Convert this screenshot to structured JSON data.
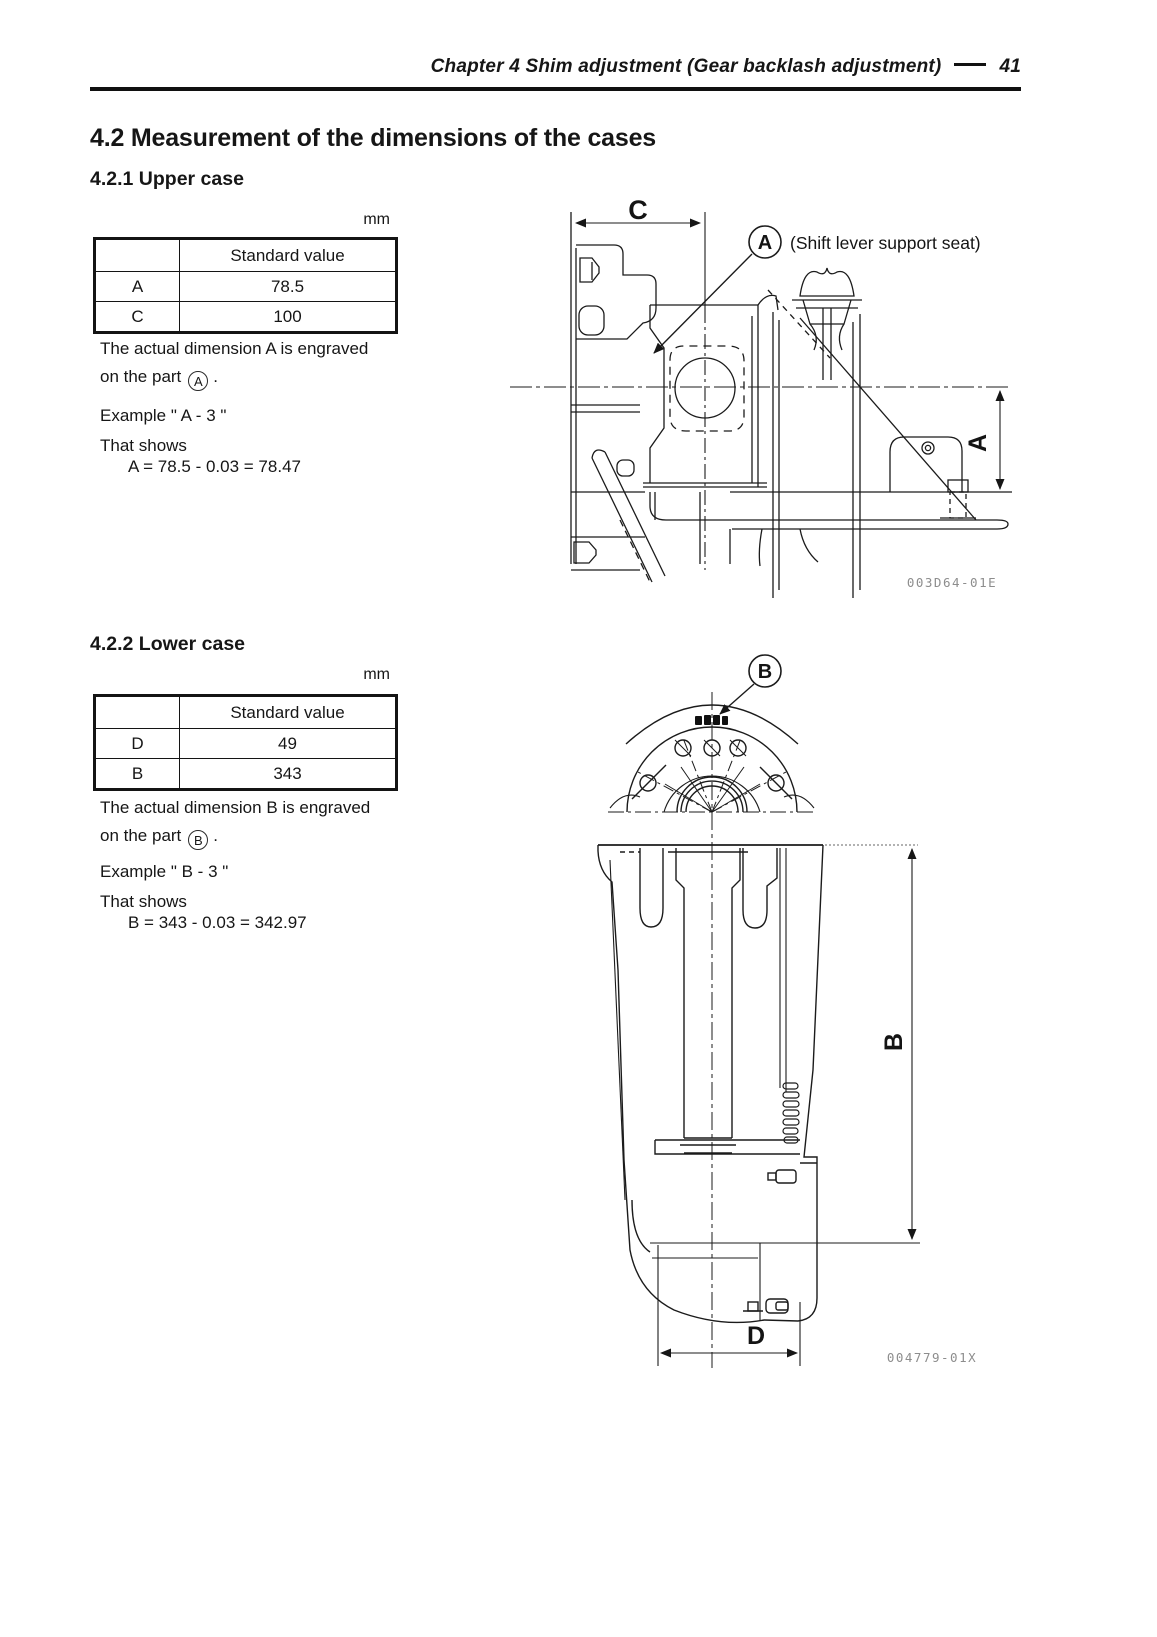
{
  "header": {
    "title": "Chapter 4  Shim adjustment (Gear backlash adjustment)",
    "page_number": "41"
  },
  "section_title": "4.2 Measurement of the dimensions of the cases",
  "upper": {
    "title": "4.2.1 Upper case",
    "unit": "mm",
    "table": {
      "col_header": "Standard value",
      "rows": [
        {
          "label": "A",
          "value": "78.5"
        },
        {
          "label": "C",
          "value": "100"
        }
      ]
    },
    "note_line1": "The actual dimension A is engraved",
    "note_line2": "on the part",
    "part_letter": "A",
    "note_period": ".",
    "example": "Example \" A - 3 \"",
    "that_shows": "That shows",
    "formula": "A = 78.5 - 0.03 = 78.47",
    "figure": {
      "dim_c": "C",
      "dim_a": "A",
      "callout_letter": "A",
      "callout_text": "(Shift lever support seat)",
      "code": "003D64-01E"
    }
  },
  "lower": {
    "title": "4.2.2 Lower case",
    "unit": "mm",
    "table": {
      "col_header": "Standard value",
      "rows": [
        {
          "label": "D",
          "value": "49"
        },
        {
          "label": "B",
          "value": "343"
        }
      ]
    },
    "note_line1": "The actual dimension B is engraved",
    "note_line2": "on the part",
    "part_letter": "B",
    "note_period": ".",
    "example": "Example \" B - 3 \"",
    "that_shows": "That shows",
    "formula": "B = 343 - 0.03 = 342.97",
    "figure": {
      "dim_b": "B",
      "dim_d": "D",
      "callout_letter": "B",
      "code": "004779-01X"
    }
  }
}
